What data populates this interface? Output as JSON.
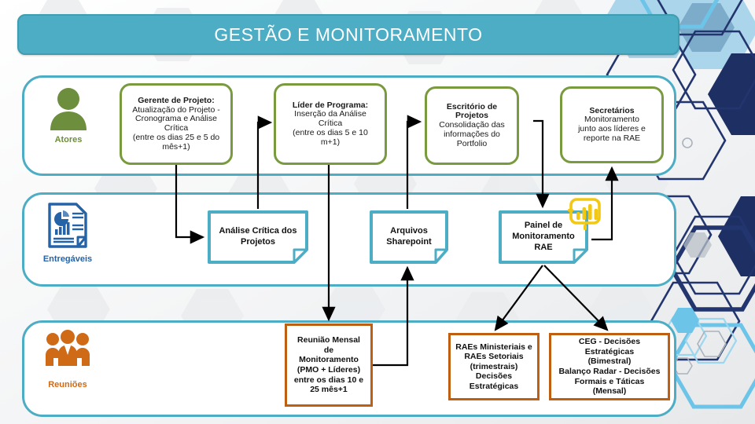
{
  "header": {
    "title": "GESTÃO  E MONITORAMENTO",
    "bg_color": "#4cadc4",
    "text_color": "#ffffff"
  },
  "theme": {
    "lane_border": "#4cadc4",
    "actor_border": "#7a9a3f",
    "actor_label": "#6d8e3c",
    "deliverable_border": "#4cadc4",
    "deliverable_label": "#2463a8",
    "meeting_border": "#bf5f12",
    "meeting_label": "#cf6a17",
    "connector": "#000000",
    "powerbi_yellow": "#f2c811",
    "page_background": "#f2f3f4"
  },
  "lanes": [
    {
      "id": "atores",
      "label": "Atores",
      "icon": "person-icon",
      "boxes": [
        {
          "id": "gerente",
          "title": "Gerente de Projeto:",
          "lines": [
            "Atualização do Projeto -",
            "Cronograma e Análise",
            "Crítica",
            "(entre os dias 25 e 5 do",
            "mês+1)"
          ]
        },
        {
          "id": "lider",
          "title": "Líder de Programa:",
          "lines": [
            "Inserção da Análise",
            "Crítica",
            "(entre os dias 5 e 10",
            "m+1)"
          ]
        },
        {
          "id": "escritorio",
          "title": "Escritório de Projetos",
          "lines": [
            "Consolidação das",
            "informações do",
            "Portfolio"
          ]
        },
        {
          "id": "secretarios",
          "title": "Secretários",
          "lines": [
            "Monitoramento",
            "junto aos líderes e",
            "reporte na RAE"
          ]
        }
      ]
    },
    {
      "id": "entregaveis",
      "label": "Entregáveis",
      "icon": "report-document-icon",
      "boxes": [
        {
          "id": "analise",
          "text": "Análise Crítica dos Projetos"
        },
        {
          "id": "arquivos",
          "text": "Arquivos Sharepoint"
        },
        {
          "id": "painel",
          "text": "Painel de Monitoramento RAE",
          "badge": "power-bi-icon"
        }
      ]
    },
    {
      "id": "reunioes",
      "label": "Reuniões",
      "icon": "meeting-people-icon",
      "boxes": [
        {
          "id": "reuniao-mensal",
          "lines": [
            "Reunião Mensal",
            "de",
            "Monitoramento",
            "(PMO + Líderes)",
            "entre os dias 10 e",
            "25 mês+1"
          ]
        },
        {
          "id": "raes",
          "lines": [
            "RAEs Ministeriais e",
            "RAEs Setoriais",
            "(trimestrais)",
            "Decisões",
            "Estratégicas"
          ]
        },
        {
          "id": "ceg",
          "lines": [
            "CEG - Decisões Estratégicas",
            "(Bimestral)",
            "Balanço Radar - Decisões",
            "Formais e Táticas",
            "(Mensal)"
          ]
        }
      ]
    }
  ]
}
